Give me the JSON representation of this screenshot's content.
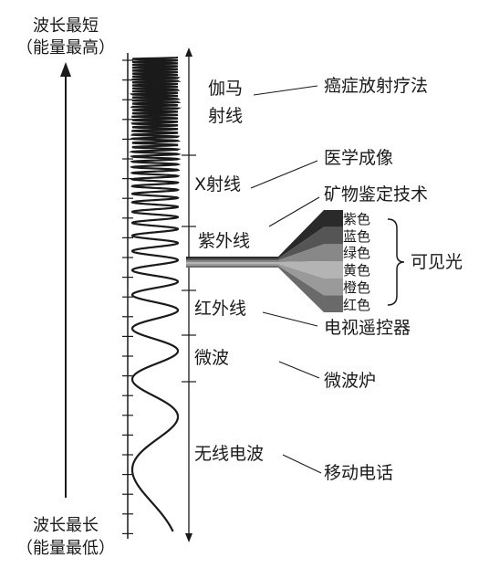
{
  "extremes": {
    "top_line1": "波长最短",
    "top_line2": "（能量最高）",
    "bottom_line1": "波长最长",
    "bottom_line2": "（能量最低）"
  },
  "bands": [
    {
      "name": "伽马",
      "name2": "射线",
      "application": "癌症放射疗法"
    },
    {
      "name": "X射线",
      "application": "医学成像"
    },
    {
      "name": "紫外线",
      "application": "矿物鉴定技术"
    },
    {
      "name": "红外线",
      "application": "电视遥控器"
    },
    {
      "name": "微波",
      "application": "微波炉"
    },
    {
      "name": "无线电波",
      "application": "移动电话"
    }
  ],
  "visible_light": {
    "label": "可见光",
    "colors": [
      "紫色",
      "蓝色",
      "绿色",
      "黄色",
      "橙色",
      "红色"
    ],
    "band_fills": [
      "#2a2a2a",
      "#555555",
      "#888888",
      "#b4b4b4",
      "#9a9a9a",
      "#6a6a6a"
    ]
  }
}
